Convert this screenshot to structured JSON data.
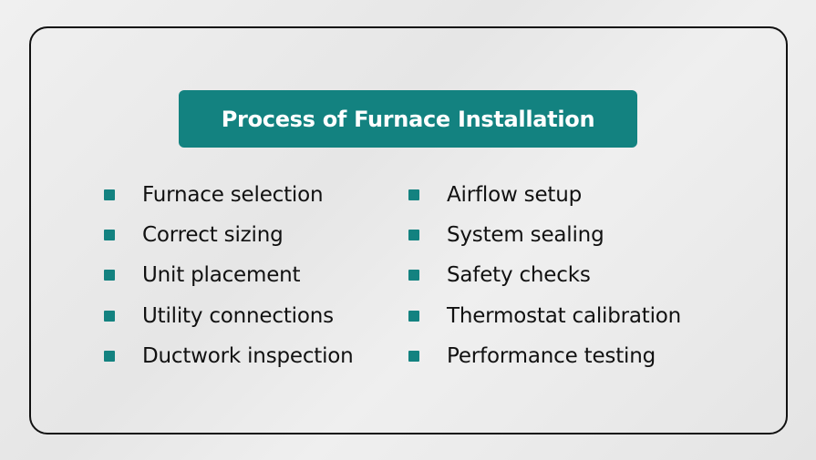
{
  "title": "Process of Furnace Installation",
  "left_items": [
    "Furnace selection",
    "Correct sizing",
    "Unit placement",
    "Utility connections",
    "Ductwork inspection"
  ],
  "right_items": [
    "Airflow setup",
    "System sealing",
    "Safety checks",
    "Thermostat calibration",
    "Performance testing"
  ],
  "colors": {
    "accent": "#138280",
    "text": "#111111"
  }
}
